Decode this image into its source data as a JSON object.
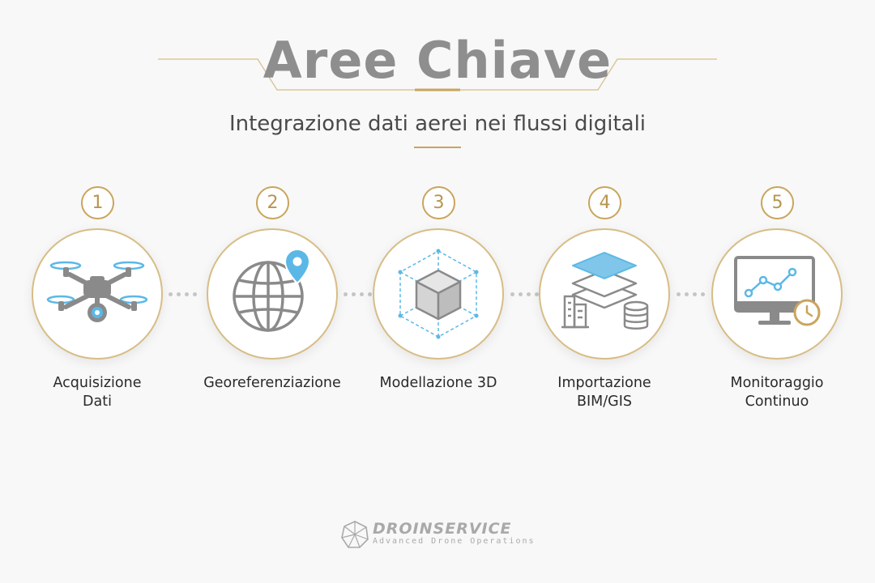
{
  "title": "Aree Chiave",
  "subtitle": "Integrazione dati aerei nei flussi digitali",
  "colors": {
    "gold": "#c9a55c",
    "icon_gray": "#8a8a8a",
    "accent_blue": "#5bb8e6",
    "title_gray": "#8e8e8e"
  },
  "steps": [
    {
      "number": "1",
      "label_lines": [
        "Acquisizione",
        "Dati"
      ],
      "icon": "drone-icon"
    },
    {
      "number": "2",
      "label_lines": [
        "Georeferenziazione"
      ],
      "icon": "globe-pin-icon"
    },
    {
      "number": "3",
      "label_lines": [
        "Modellazione 3D"
      ],
      "icon": "cube-icon"
    },
    {
      "number": "4",
      "label_lines": [
        "Importazione",
        "BIM/GIS"
      ],
      "icon": "layers-buildings-database-icon"
    },
    {
      "number": "5",
      "label_lines": [
        "Monitoraggio",
        "Continuo"
      ],
      "icon": "monitor-chart-clock-icon"
    }
  ],
  "logo": {
    "name": "DROINSERVICE",
    "tagline": "Advanced Drone Operations",
    "icon": "droinservice-logo-icon"
  }
}
